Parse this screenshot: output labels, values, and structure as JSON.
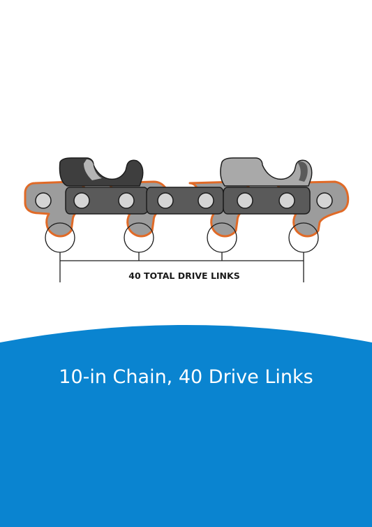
{
  "diagram": {
    "drive_link_label": "40 TOTAL DRIVE LINKS",
    "drive_link_count": 40
  },
  "banner": {
    "title": "10-in Chain, 40 Drive Links"
  },
  "colors": {
    "background": "#ffffff",
    "banner_blue": "#0a84d0",
    "tie_strap_orange": "#e06a27",
    "tie_strap_fill": "#9c9c9c",
    "side_link_dark": "#5a5a5a",
    "cutter_dark": "#3e3e3e",
    "cutter_light": "#a9a9a9",
    "rivet": "#d4d4d4",
    "outline": "#1c1c1c"
  }
}
